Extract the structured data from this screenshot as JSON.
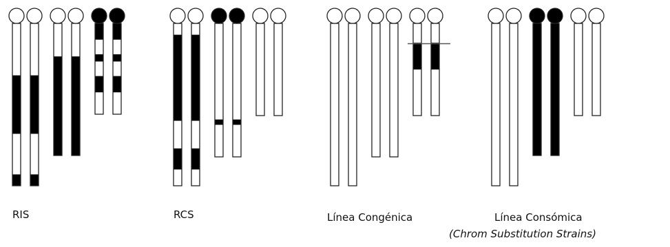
{
  "panels": [
    {
      "id": "ris",
      "label": "RIS",
      "pairs": [
        {
          "head": "white",
          "length": "long",
          "segments": [
            [
              "white",
              0,
              0.32
            ],
            [
              "black",
              0.32,
              0.68
            ],
            [
              "white",
              0.68,
              0.93
            ],
            [
              "black",
              0.93,
              1
            ]
          ]
        },
        {
          "head": "white",
          "length": "medium",
          "segments": [
            [
              "white",
              0,
              0.25
            ],
            [
              "black",
              0.25,
              1
            ]
          ]
        },
        {
          "head": "black",
          "length": "short",
          "segments": [
            [
              "black",
              0,
              0.18
            ],
            [
              "white",
              0.18,
              0.34
            ],
            [
              "black",
              0.34,
              0.42
            ],
            [
              "white",
              0.42,
              0.58
            ],
            [
              "black",
              0.58,
              0.76
            ],
            [
              "white",
              0.76,
              1
            ]
          ]
        }
      ]
    },
    {
      "id": "rcs",
      "label": "RCS",
      "pairs": [
        {
          "head": "white",
          "length": "long",
          "segments": [
            [
              "white",
              0,
              0.07
            ],
            [
              "black",
              0.07,
              0.6
            ],
            [
              "white",
              0.6,
              0.77
            ],
            [
              "black",
              0.77,
              0.9
            ],
            [
              "white",
              0.9,
              1
            ]
          ]
        },
        {
          "head": "black",
          "length": "medium",
          "segments": [
            [
              "white",
              0,
              0.72
            ],
            [
              "black",
              0.72,
              0.76
            ],
            [
              "white",
              0.76,
              1
            ]
          ]
        },
        {
          "head": "white",
          "length": "short",
          "segments": [
            [
              "white",
              0,
              1
            ]
          ]
        }
      ]
    },
    {
      "id": "congenic",
      "label": "Línea Congénica",
      "pairs": [
        {
          "head": "white",
          "length": "long",
          "segments": [
            [
              "white",
              0,
              1
            ]
          ]
        },
        {
          "head": "white",
          "length": "medium",
          "segments": [
            [
              "white",
              0,
              1
            ]
          ]
        },
        {
          "head": "white",
          "length": "short",
          "segments": [
            [
              "white",
              0,
              0.21
            ],
            [
              "black",
              0.21,
              0.5
            ],
            [
              "white",
              0.5,
              1
            ]
          ],
          "marker": 0.22
        }
      ]
    },
    {
      "id": "consomic",
      "label": "Línea Consómica",
      "sublabel": "(Chrom Substitution Strains)",
      "pairs": [
        {
          "head": "white",
          "length": "long",
          "segments": [
            [
              "white",
              0,
              1
            ]
          ]
        },
        {
          "head": "black",
          "length": "medium",
          "segments": [
            [
              "black",
              0,
              1
            ]
          ]
        },
        {
          "head": "white",
          "length": "short",
          "segments": [
            [
              "white",
              0,
              1
            ]
          ]
        }
      ]
    }
  ],
  "colors": {
    "black": "#000000",
    "white": "#ffffff",
    "outline": "#222222"
  }
}
